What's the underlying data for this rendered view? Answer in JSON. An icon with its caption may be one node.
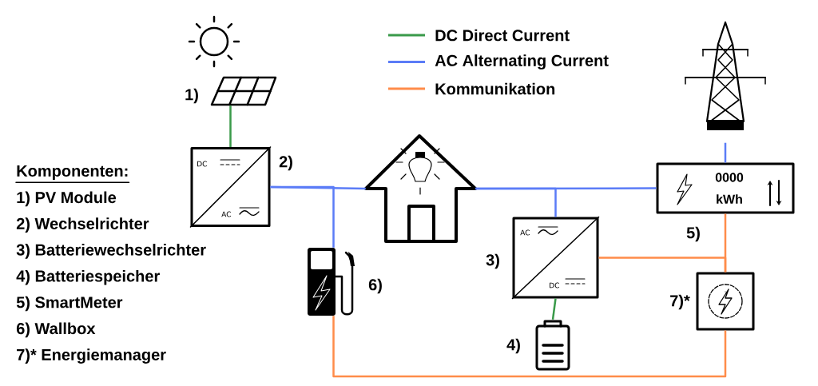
{
  "diagram": {
    "nodes": [
      {
        "text": [],
        "shape": "picture",
        "beside": [
          "1)"
        ]
      },
      {
        "text": [
          "DC",
          "AC"
        ],
        "beside": [
          "2)"
        ]
      },
      {
        "text": [],
        "shape": "picture"
      },
      {
        "text": [],
        "shape": "picture"
      },
      {
        "text": [
          "0000",
          "kWh"
        ],
        "beside": [
          "5)"
        ]
      },
      {
        "text": [],
        "shape": "picture",
        "beside": [
          "6)"
        ]
      },
      {
        "text": [
          "AC",
          "DC"
        ],
        "beside": [
          "3)"
        ]
      },
      {
        "text": [],
        "shape": "picture",
        "beside": [
          "4)"
        ]
      },
      {
        "text": [],
        "shape": "box",
        "beside": [
          "7)*"
        ]
      }
    ],
    "edges": [
      {
        "from": 0,
        "to": 1,
        "arrow": "none",
        "color": "#3a9a4a"
      },
      {
        "from": 1,
        "to": 2,
        "arrow": "none",
        "color": "#5b7cf7"
      },
      {
        "from": 1,
        "to": 5,
        "arrow": "none",
        "color": "#5b7cf7"
      },
      {
        "from": 2,
        "to": 4,
        "arrow": "none",
        "color": "#5b7cf7"
      },
      {
        "from": 2,
        "to": 6,
        "arrow": "none",
        "color": "#5b7cf7"
      },
      {
        "from": 3,
        "to": 4,
        "arrow": "none",
        "color": "#5b7cf7"
      },
      {
        "from": 6,
        "to": 7,
        "arrow": "none",
        "color": "#3a9a4a"
      },
      {
        "from": 4,
        "to": 8,
        "arrow": "none",
        "color": "#ff8c4a"
      },
      {
        "from": 6,
        "to": 8,
        "arrow": "none",
        "color": "#ff8c4a"
      },
      {
        "from": 5,
        "to": 8,
        "arrow": "none",
        "color": "#ff8c4a"
      }
    ],
    "labels": [
      "Komponenten:",
      "1) PV Module",
      "2) Wechselrichter",
      "3) Batteriewechselrichter",
      "4) Batteriespeicher",
      "5) SmartMeter",
      "6) Wallbox",
      "7)* Energiemanager"
    ],
    "legend": [
      {
        "text": "DC Direct Current",
        "color": "#3a9a4a"
      },
      {
        "text": "AC Alternating Current",
        "color": "#5b7cf7"
      },
      {
        "text": "Kommunikation",
        "color": "#ff8c4a"
      }
    ]
  }
}
